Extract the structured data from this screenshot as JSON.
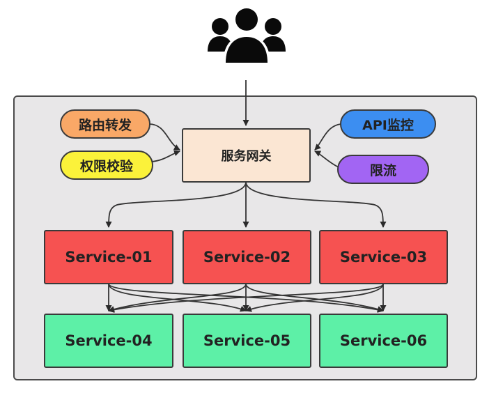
{
  "gateway": {
    "label": "服务网关"
  },
  "features": {
    "routing": {
      "label": "路由转发",
      "color": "#f9a867"
    },
    "auth": {
      "label": "权限校验",
      "color": "#fbf23a"
    },
    "api_monitor": {
      "label": "API监控",
      "color": "#3c8ef1"
    },
    "rate_limit": {
      "label": "限流",
      "color": "#a265f3"
    }
  },
  "services": {
    "upper": [
      {
        "label": "Service-01"
      },
      {
        "label": "Service-02"
      },
      {
        "label": "Service-03"
      }
    ],
    "lower": [
      {
        "label": "Service-04"
      },
      {
        "label": "Service-05"
      },
      {
        "label": "Service-06"
      }
    ]
  },
  "colors": {
    "container": "#e8e7e8",
    "gateway": "#fbe6d3",
    "upper_services": "#f65251",
    "lower_services": "#5df0a7"
  },
  "icons": {
    "users": "users-group-icon"
  }
}
